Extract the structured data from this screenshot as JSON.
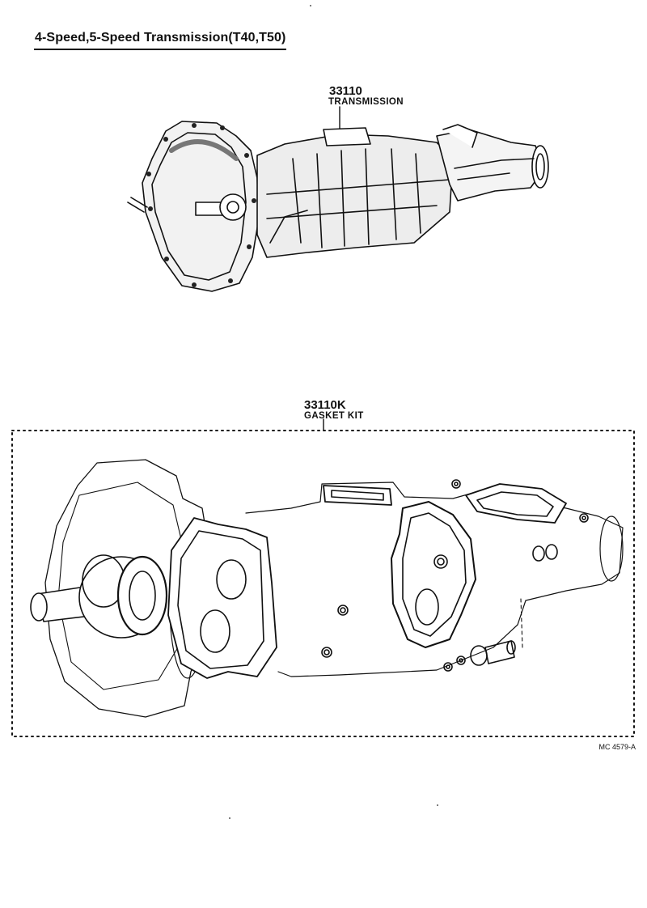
{
  "page": {
    "title": "4-Speed,5-Speed Transmission(T40,T50)",
    "figure_code": "MC 4579-A"
  },
  "callouts": {
    "transmission": {
      "part_number": "33110",
      "name": "TRANSMISSION"
    },
    "gasket_kit": {
      "part_number": "33110K",
      "name": "GASKET KIT"
    }
  }
}
